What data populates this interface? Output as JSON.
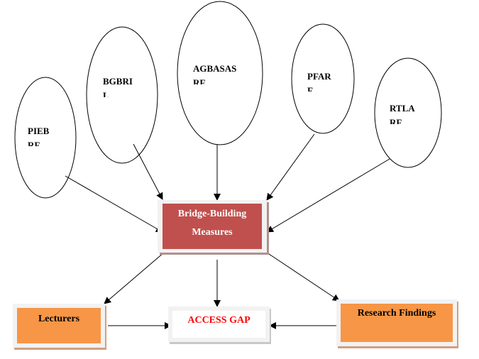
{
  "ellipses": [
    {
      "line1": "PIEB",
      "line2": "RF"
    },
    {
      "line1": "BGBRI",
      "line2": "L"
    },
    {
      "line1": "AGBASAS",
      "line2": "RF"
    },
    {
      "line1": "PFAR",
      "line2": "F"
    },
    {
      "line1": "RTLA",
      "line2": "RF"
    }
  ],
  "center": {
    "line1": "Bridge-Building",
    "line2": "Measures",
    "color": "#c0504d"
  },
  "lecturers": {
    "label": "Lecturers",
    "color": "#f79646"
  },
  "access_gap": {
    "label": "ACCESS GAP",
    "color": "#ff0000"
  },
  "research": {
    "label": "Research Findings",
    "color": "#f79646"
  }
}
